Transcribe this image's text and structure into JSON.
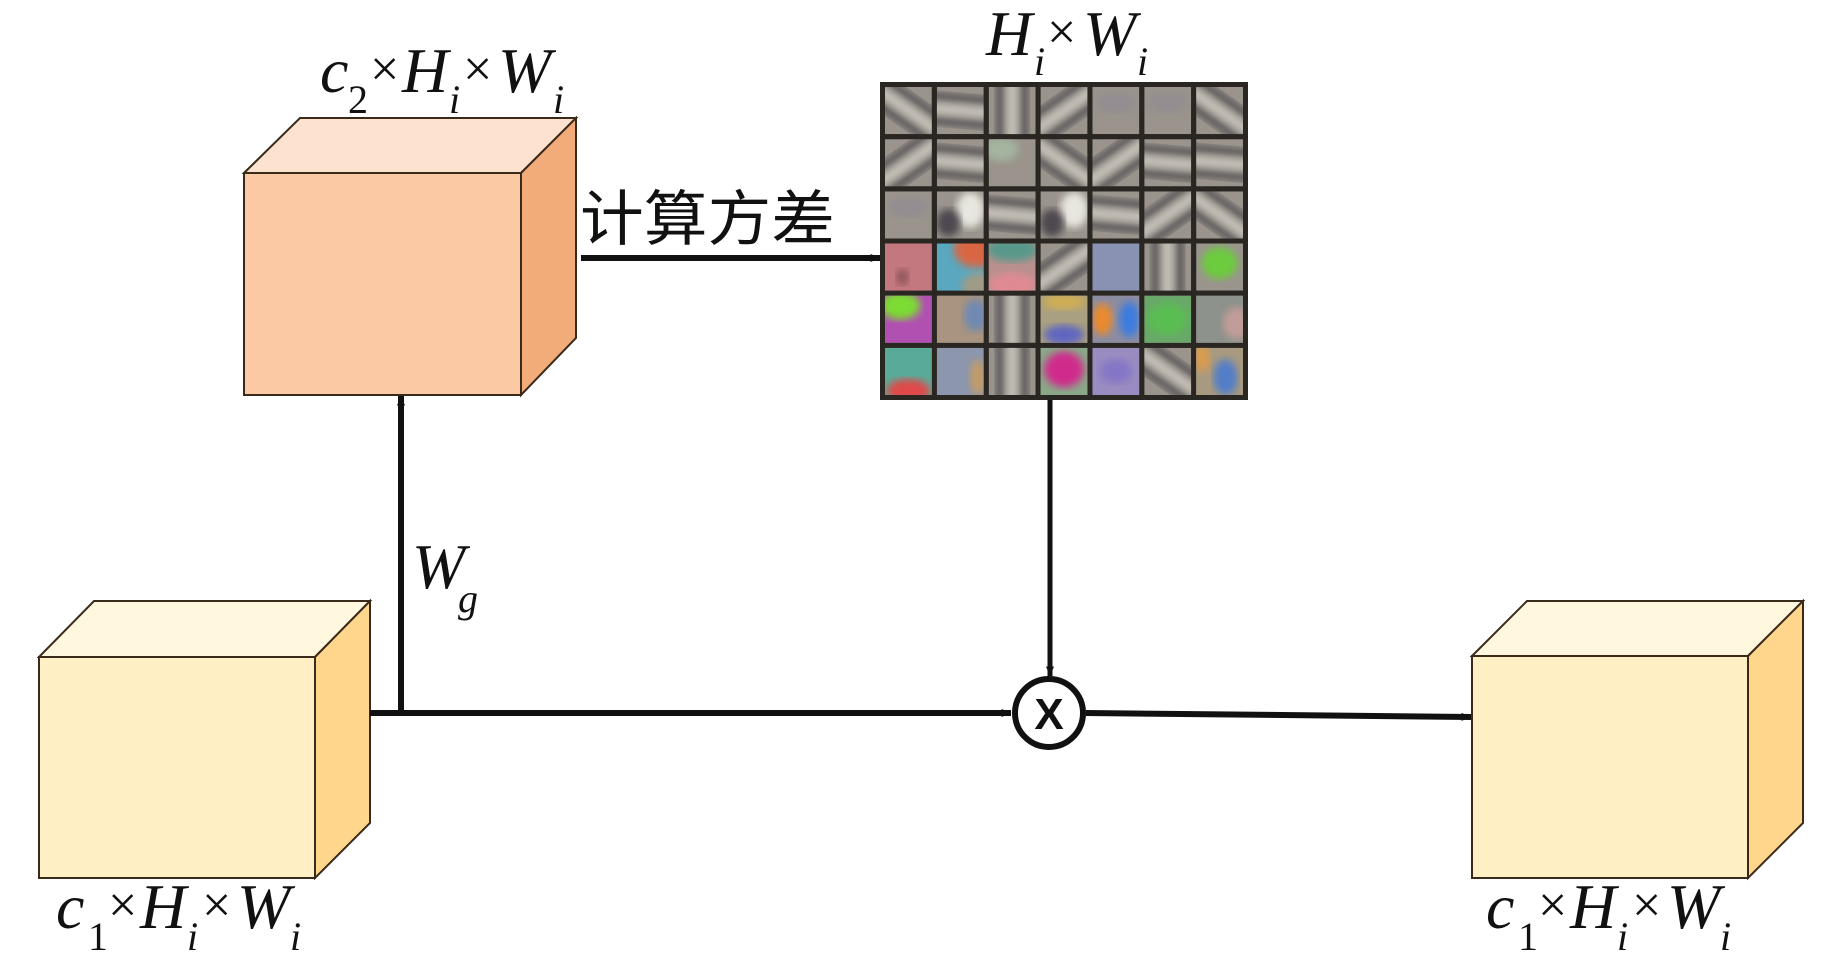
{
  "diagram": {
    "input_cube": {
      "label": {
        "base": "c",
        "sub": "1",
        "times1": "×",
        "h": "H",
        "h_sub": "i",
        "times2": "×",
        "w": "W",
        "w_sub": "i"
      },
      "colors": {
        "front": "#FFEFC4",
        "top": "#FFF8DF",
        "side": "#FFD68C"
      }
    },
    "feature_cube": {
      "label": {
        "base": "c",
        "sub": "2",
        "times1": "×",
        "h": "H",
        "h_sub": "i",
        "times2": "×",
        "w": "W",
        "w_sub": "i"
      },
      "colors": {
        "front": "#FCC9A5",
        "top": "#FDE3CF",
        "side": "#F2AC79"
      }
    },
    "output_cube": {
      "label": {
        "base": "c",
        "sub": "1",
        "times1": "×",
        "h": "H",
        "h_sub": "i",
        "times2": "×",
        "w": "W",
        "w_sub": "i"
      },
      "colors": {
        "front": "#FFEFC4",
        "top": "#FFF8DF",
        "side": "#FFD68C"
      }
    },
    "variance_map": {
      "label": {
        "h": "H",
        "h_sub": "i",
        "times": "×",
        "w": "W",
        "w_sub": "i"
      },
      "rows": 6,
      "cols": 7,
      "cells": [
        [
          "stripe-diag",
          "stripe-h",
          "stripe-v",
          "stripe-diag2",
          "flat-gray",
          "flat-gray",
          "stripe-diag"
        ],
        [
          "stripe-diag2",
          "stripe-h",
          "flat-greengray",
          "stripe-diag",
          "stripe-diag2",
          "stripe-h",
          "stripe-h"
        ],
        [
          "flat-gray",
          "blob-bw",
          "stripe-h",
          "blob-bw",
          "stripe-h",
          "stripe-diag2",
          "stripe-diag"
        ],
        [
          "red",
          "cyan-orange",
          "teal-pink",
          "stripe-diag2",
          "blue-gray",
          "stripe-v",
          "green-blob"
        ],
        [
          "green-magenta",
          "tan-blue",
          "stripe-v",
          "yellow-blue",
          "orange-blue",
          "green",
          "gray-pink"
        ],
        [
          "teal-red",
          "gray-orange",
          "stripe-v",
          "magenta-blob",
          "violet",
          "stripe-diag",
          "orange-blue2"
        ]
      ]
    },
    "edges": {
      "variance_label": "计算方差",
      "weight_label": {
        "w": "W",
        "w_sub": "g"
      },
      "multiply_symbol": "X"
    },
    "colors": {
      "stroke": "#111111",
      "cube_edge": "#3a2a1a",
      "grid_border": "#2a2622"
    }
  }
}
